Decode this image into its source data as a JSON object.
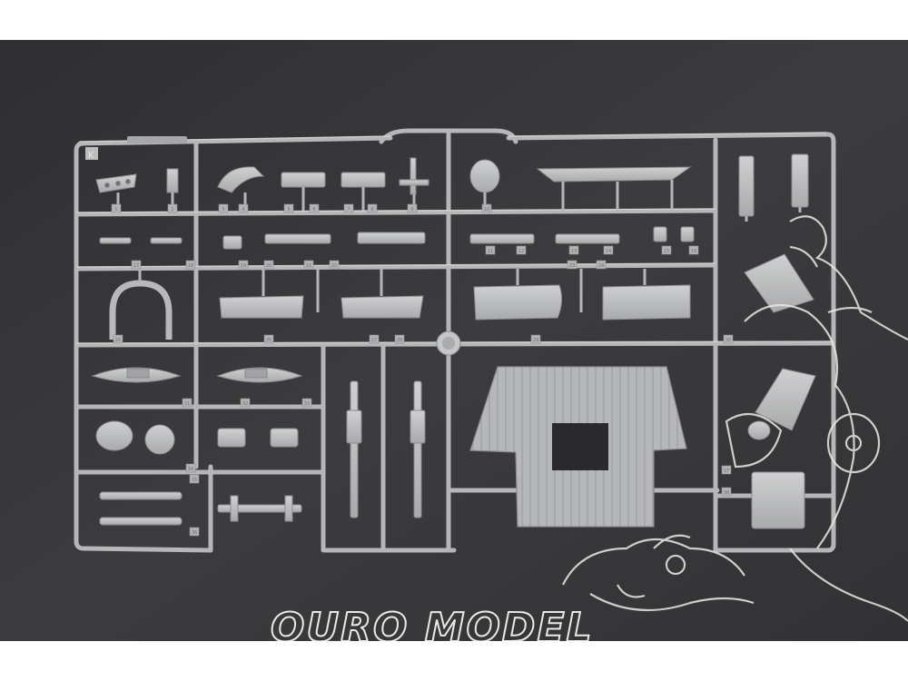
{
  "photo": {
    "subject": "plastic model kit sprue",
    "background_color": "#3a3a3c",
    "plastic_color": "#b9babb",
    "plastic_highlight": "#d4d5d6",
    "plastic_shadow": "#8e8f91"
  },
  "sprue": {
    "letter": "K",
    "part_numbers": [
      "1",
      "2",
      "3",
      "4",
      "5",
      "6",
      "7",
      "8",
      "9",
      "10",
      "11",
      "12",
      "13",
      "14",
      "15",
      "16",
      "17",
      "18",
      "19",
      "20",
      "21",
      "22",
      "23",
      "24",
      "25",
      "26",
      "27",
      "28",
      "29",
      "30",
      "31",
      "32",
      "33",
      "34",
      "35",
      "36",
      "37",
      "38"
    ]
  },
  "watermark": {
    "text": "OURO MODEL",
    "color": "#e8e8e8"
  }
}
